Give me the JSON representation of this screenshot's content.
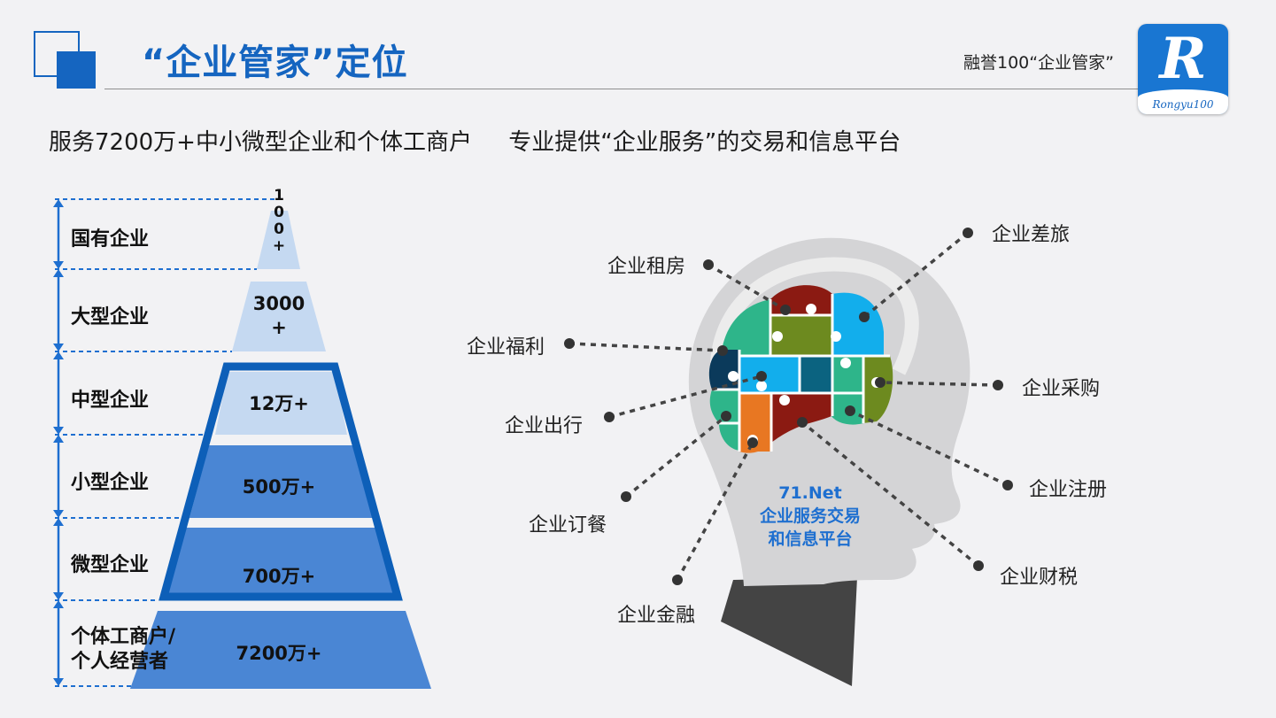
{
  "header": {
    "title": "“企业管家”定位",
    "brand_text": "融誉100“企业管家”",
    "logo_letter": "R",
    "logo_sub": "Rongyu100"
  },
  "subtitle": "服务7200万+中小微型企业和个体工商户     专业提供“企业服务”的交易和信息平台",
  "pyramid": {
    "tiers": [
      {
        "label": "国有企业",
        "value": "1\n0\n0\n+",
        "color": "#c5d9f1"
      },
      {
        "label": "大型企业",
        "value": "3000\n+",
        "color": "#c5d9f1"
      },
      {
        "label": "中型企业",
        "value": "12万+",
        "color": "#c5d9f1"
      },
      {
        "label": "小型企业",
        "value": "500万+",
        "color": "#4a86d4"
      },
      {
        "label": "微型企业",
        "value": "700万+",
        "color": "#4a86d4"
      },
      {
        "label": "个体工商户/\n个人经营者",
        "value": "7200万+",
        "color": "#4a86d4"
      }
    ],
    "highlight_color": "#0d5fb8"
  },
  "brain": {
    "center_lines": [
      "71.Net",
      "企业服务交易",
      "和信息平台"
    ],
    "services": [
      "企业租房",
      "企业差旅",
      "企业福利",
      "企业采购",
      "企业出行",
      "企业注册",
      "企业订餐",
      "企业财税",
      "企业金融"
    ]
  },
  "colors": {
    "accent": "#1565c0",
    "puzzle": [
      "#0b3a5b",
      "#2eb58a",
      "#8b1a12",
      "#6d8a1f",
      "#12aeec",
      "#e87722",
      "#0b6380"
    ]
  }
}
